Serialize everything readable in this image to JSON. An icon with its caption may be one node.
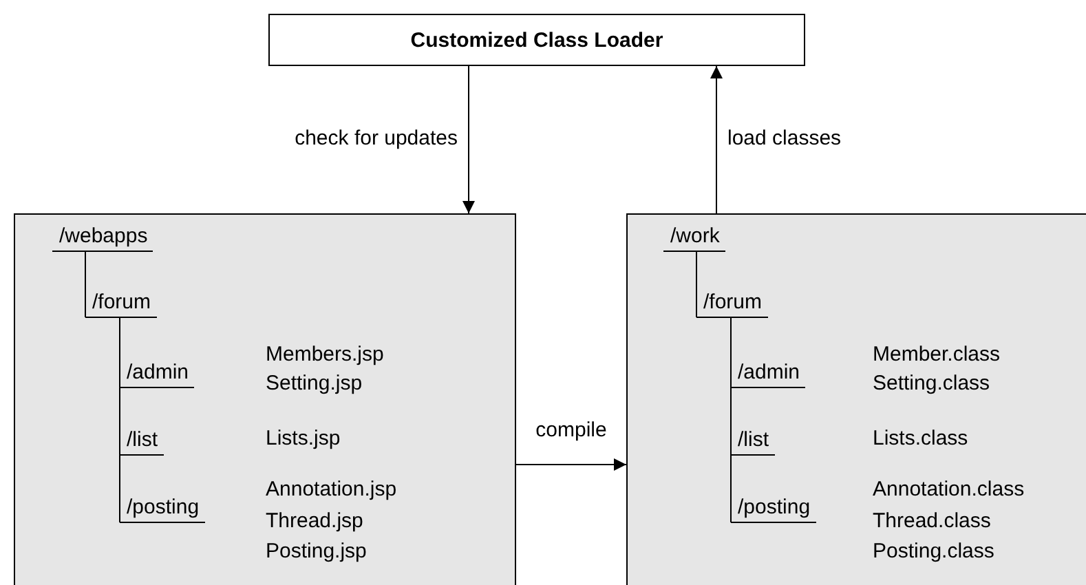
{
  "diagram": {
    "nodes": [
      {
        "text": [
          "Customized Class Loader"
        ]
      },
      {
        "text": [],
        "shape": "box"
      },
      {
        "text": [],
        "shape": "box"
      },
      {
        "text": [
          "/webapps"
        ],
        "in": 1
      },
      {
        "text": [
          "/forum"
        ],
        "in": 1
      },
      {
        "text": [
          "/admin"
        ],
        "in": 1
      },
      {
        "text": [
          "/list"
        ],
        "in": 1
      },
      {
        "text": [
          "/posting"
        ],
        "in": 1
      },
      {
        "text": [
          "/work"
        ],
        "in": 2
      },
      {
        "text": [
          "/forum"
        ],
        "in": 2
      },
      {
        "text": [
          "/admin"
        ],
        "in": 2
      },
      {
        "text": [
          "/list"
        ],
        "in": 2
      },
      {
        "text": [
          "/posting"
        ],
        "in": 2
      }
    ],
    "edges": [
      {
        "from": 0,
        "to": 1,
        "arrow": "to",
        "label": "check for updates"
      },
      {
        "from": 1,
        "to": 2,
        "arrow": "to",
        "label": "compile"
      },
      {
        "from": 2,
        "to": 0,
        "arrow": "to",
        "label": "load classes"
      },
      {
        "from": 3,
        "to": 4,
        "arrow": "none"
      },
      {
        "from": 4,
        "to": 5,
        "arrow": "none"
      },
      {
        "from": 4,
        "to": 6,
        "arrow": "none"
      },
      {
        "from": 4,
        "to": 7,
        "arrow": "none"
      },
      {
        "from": 8,
        "to": 9,
        "arrow": "none"
      },
      {
        "from": 9,
        "to": 10,
        "arrow": "none"
      },
      {
        "from": 9,
        "to": 11,
        "arrow": "none"
      },
      {
        "from": 9,
        "to": 12,
        "arrow": "none"
      }
    ],
    "labels": [
      "Members.jsp",
      "Setting.jsp",
      "Lists.jsp",
      "Annotation.jsp",
      "Thread.jsp",
      "Posting.jsp",
      "Member.class",
      "Setting.class",
      "Lists.class",
      "Annotation.class",
      "Thread.class",
      "Posting.class"
    ]
  }
}
